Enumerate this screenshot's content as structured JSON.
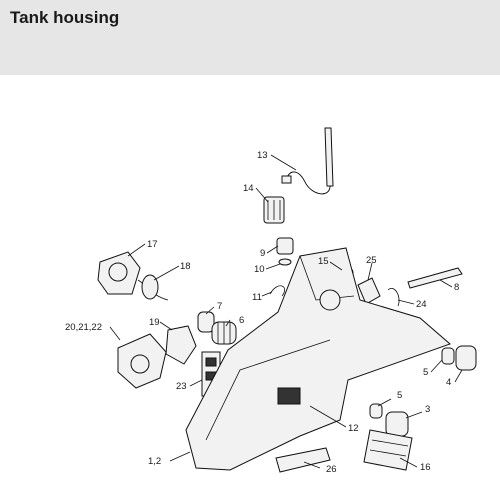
{
  "page": {
    "title": "Tank housing"
  },
  "callouts": [
    {
      "id": "c1",
      "label": "13"
    },
    {
      "id": "c2",
      "label": "14"
    },
    {
      "id": "c3",
      "label": "17"
    },
    {
      "id": "c4",
      "label": "18"
    },
    {
      "id": "c5",
      "label": "9"
    },
    {
      "id": "c6",
      "label": "10"
    },
    {
      "id": "c7",
      "label": "15"
    },
    {
      "id": "c8",
      "label": "25"
    },
    {
      "id": "c9",
      "label": "8"
    },
    {
      "id": "c10",
      "label": "7"
    },
    {
      "id": "c11",
      "label": "6"
    },
    {
      "id": "c12",
      "label": "11"
    },
    {
      "id": "c13",
      "label": "24"
    },
    {
      "id": "c14",
      "label": "19"
    },
    {
      "id": "c15",
      "label": "20,21,22"
    },
    {
      "id": "c16",
      "label": "23"
    },
    {
      "id": "c17",
      "label": "5"
    },
    {
      "id": "c18",
      "label": "4"
    },
    {
      "id": "c19",
      "label": "5"
    },
    {
      "id": "c20",
      "label": "3"
    },
    {
      "id": "c21",
      "label": "12"
    },
    {
      "id": "c22",
      "label": "1,2"
    },
    {
      "id": "c23",
      "label": "16"
    },
    {
      "id": "c24",
      "label": "26"
    }
  ]
}
